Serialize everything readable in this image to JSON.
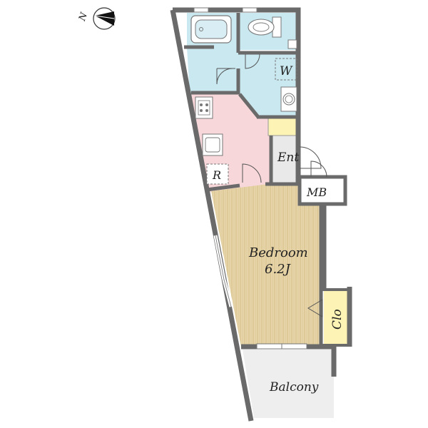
{
  "compass": {
    "label": "N",
    "icon": "north-arrow-icon"
  },
  "rooms": {
    "washroom": "W",
    "entrance": "Ent",
    "refrigerator": "R",
    "meter_box": "MB",
    "bedroom": "Bedroom",
    "bedroom_size": "6.2J",
    "closet": "Clo",
    "balcony": "Balcony"
  },
  "colors": {
    "bath": "#c9e8f0",
    "kitchen": "#f8d7da",
    "bedroom_stripe_a": "#e6d3a6",
    "bedroom_stripe_b": "#d9c28f",
    "closet": "#fdf3b4",
    "entrance": "#e9e9e9",
    "balcony": "#eeeeee",
    "wall": "#6a6a6a"
  }
}
